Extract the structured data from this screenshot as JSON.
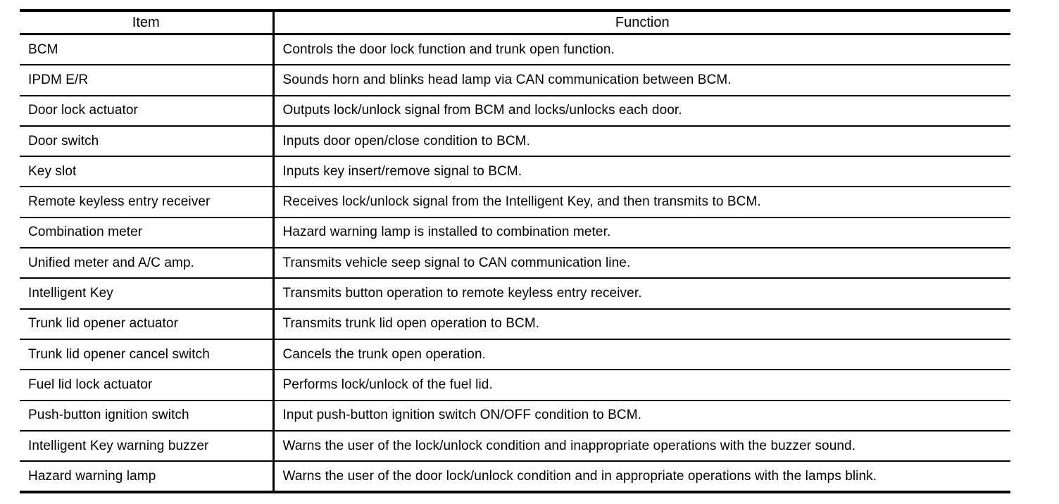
{
  "page": {
    "background_color": "#ffffff",
    "border_color": "#000000",
    "text_color": "#000000"
  },
  "table": {
    "headers": [
      "Item",
      "Function"
    ],
    "rows": [
      {
        "item": "BCM",
        "function": "Controls the door lock function and trunk open function."
      },
      {
        "item": "IPDM E/R",
        "function": "Sounds horn and blinks head lamp via CAN communication between BCM."
      },
      {
        "item": "Door lock actuator",
        "function": "Outputs lock/unlock signal from BCM and locks/unlocks each door."
      },
      {
        "item": "Door switch",
        "function": "Inputs door open/close condition to BCM."
      },
      {
        "item": "Key slot",
        "function": "Inputs key insert/remove signal to BCM."
      },
      {
        "item": "Remote keyless entry receiver",
        "function": "Receives lock/unlock signal from the Intelligent Key, and then transmits to BCM."
      },
      {
        "item": "Combination meter",
        "function": "Hazard warning lamp is installed to combination meter."
      },
      {
        "item": "Unified meter and A/C amp.",
        "function": "Transmits vehicle seep signal to CAN communication line."
      },
      {
        "item": "Intelligent Key",
        "function": "Transmits button operation to remote keyless entry receiver."
      },
      {
        "item": "Trunk lid opener actuator",
        "function": "Transmits trunk lid open operation to BCM."
      },
      {
        "item": "Trunk lid opener cancel switch",
        "function": "Cancels the trunk open operation."
      },
      {
        "item": "Fuel lid lock actuator",
        "function": "Performs lock/unlock of the fuel lid."
      },
      {
        "item": "Push-button ignition switch",
        "function": "Input push-button ignition switch ON/OFF condition to BCM."
      },
      {
        "item": "Intelligent Key warning buzzer",
        "function": "Warns the user of the lock/unlock condition and inappropriate operations with the buzzer sound."
      },
      {
        "item": "Hazard warning lamp",
        "function": "Warns the user of the door lock/unlock condition and in appropriate operations with the lamps blink."
      }
    ]
  }
}
